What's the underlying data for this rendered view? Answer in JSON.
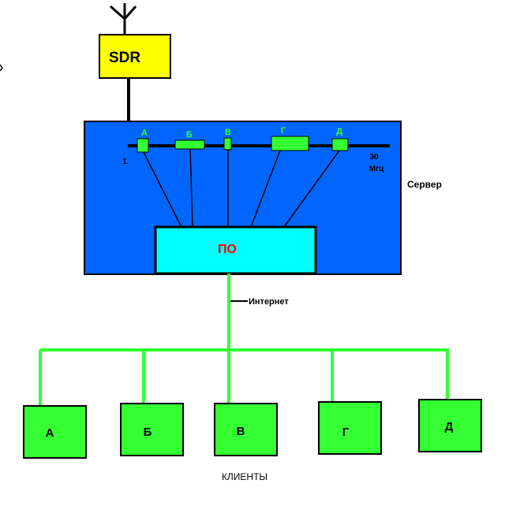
{
  "diagram": {
    "sdr": {
      "label": "SDR"
    },
    "server": {
      "label": "Сервер",
      "range_start": "1",
      "range_end": "30",
      "range_unit": "Мгц",
      "software_label": "ПО",
      "segments": [
        {
          "label": "А"
        },
        {
          "label": "Б"
        },
        {
          "label": "В"
        },
        {
          "label": "Г"
        },
        {
          "label": "Д"
        }
      ]
    },
    "link_label": "Интернет",
    "clients": {
      "caption": "КЛИЕНТЫ",
      "items": [
        {
          "label": "А"
        },
        {
          "label": "Б"
        },
        {
          "label": "В"
        },
        {
          "label": "Г"
        },
        {
          "label": "Д"
        }
      ]
    }
  },
  "colors": {
    "sdr_fill": "#ffff00",
    "server_fill": "#0066ff",
    "software_fill": "#00ffff",
    "segment_fill": "#33ff33",
    "segment_label": "#33ff33",
    "link_green": "#33ff33",
    "client_fill": "#33ff33",
    "software_text": "#ff0000",
    "stroke": "#000000"
  }
}
